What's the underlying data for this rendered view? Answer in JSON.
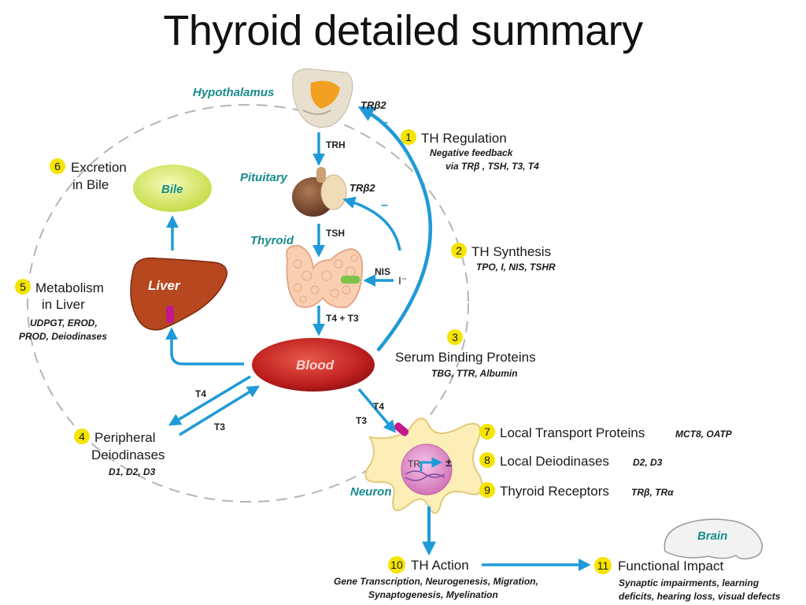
{
  "title": "Thyroid detailed summary",
  "organs": {
    "hypothalamus": "Hypothalamus",
    "pituitary": "Pituitary",
    "thyroid": "Thyroid",
    "bile": "Bile",
    "liver": "Liver",
    "blood": "Blood",
    "neuron": "Neuron",
    "brain": "Brain"
  },
  "arrow_labels": {
    "trh": "TRH",
    "tsh": "TSH",
    "t4t3": "T4 + T3",
    "nis": "NIS",
    "iodide": "I⁻",
    "t4_left": "T4",
    "t3_left": "T3",
    "t4_right": "T4",
    "t3_right": "T3",
    "tr_beta2_top": "TRβ2",
    "tr_beta2_mid": "TRβ2",
    "minus_top": "–",
    "minus_mid": "–",
    "tr": "TR",
    "plusminus": "±"
  },
  "steps": [
    {
      "num": "1",
      "title": "TH Regulation",
      "sub1": "Negative feedback",
      "sub2": "via TRβ , TSH, T3, T4"
    },
    {
      "num": "2",
      "title": "TH Synthesis",
      "sub1": "TPO, I, NIS, TSHR"
    },
    {
      "num": "3",
      "title": "Serum Binding Proteins",
      "sub1": "TBG, TTR, Albumin"
    },
    {
      "num": "4",
      "title": "Peripheral",
      "title2": "Deiodinases",
      "sub1": "D1, D2, D3"
    },
    {
      "num": "5",
      "title": "Metabolism",
      "title2": "in Liver",
      "sub1": "UDPGT, EROD,",
      "sub2": "PROD, Deiodinases"
    },
    {
      "num": "6",
      "title": "Excretion",
      "title2": "in Bile"
    },
    {
      "num": "7",
      "title": "Local Transport Proteins",
      "sub1": "MCT8, OATP"
    },
    {
      "num": "8",
      "title": "Local Deiodinases",
      "sub1": "D2, D3"
    },
    {
      "num": "9",
      "title": "Thyroid Receptors",
      "sub1": "TRβ, TRα"
    },
    {
      "num": "10",
      "title": "TH Action",
      "sub1": "Gene Transcription, Neurogenesis, Migration,",
      "sub2": "Synaptogenesis, Myelination"
    },
    {
      "num": "11",
      "title": "Functional Impact",
      "sub1": "Synaptic impairments, learning",
      "sub2": "deficits, hearing loss, visual defects"
    }
  ],
  "colors": {
    "arrow": "#1f9ad8",
    "teal_text": "#178b8b",
    "badge": "#f5e400",
    "liver": "#b7471f",
    "blood": "#c0201f",
    "bile": "#d9ec6a",
    "neuron": "#fbeeb7",
    "transporter": "#c2188c",
    "nis": "#7bc34a"
  }
}
